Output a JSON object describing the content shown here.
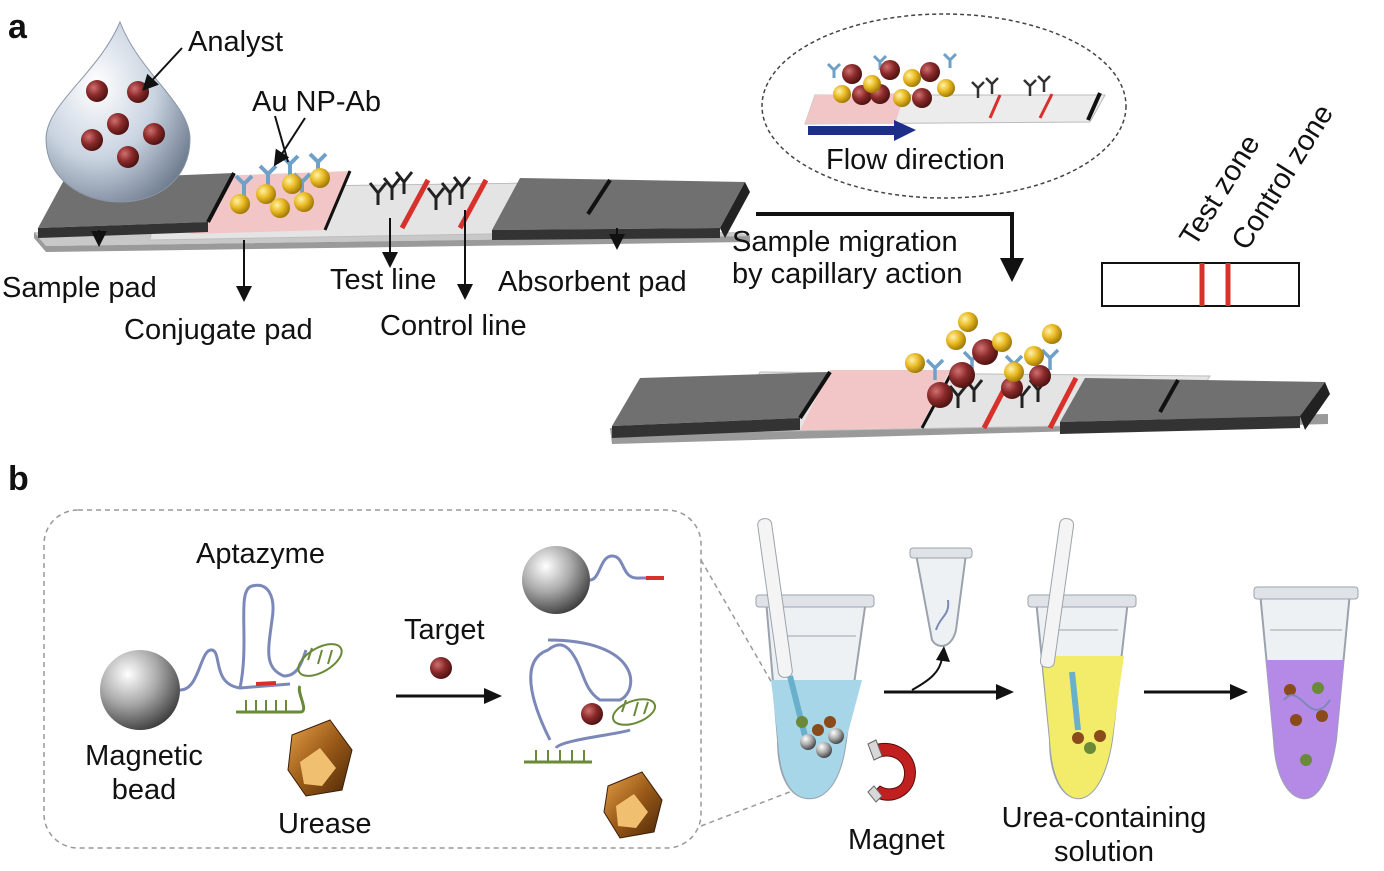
{
  "panels": {
    "a": "a",
    "b": "b"
  },
  "panel_a": {
    "analyst": "Analyst",
    "au_np_ab": "Au NP-Ab",
    "flow_direction": "Flow direction",
    "sample_migration_line1": "Sample migration",
    "sample_migration_line2": "by capillary action",
    "test_zone": "Test zone",
    "control_zone": "Control zone",
    "sample_pad": "Sample pad",
    "conjugate_pad": "Conjugate pad",
    "test_line": "Test line",
    "control_line": "Control line",
    "absorbent_pad": "Absorbent pad"
  },
  "panel_b": {
    "aptazyme": "Aptazyme",
    "magnetic_bead_line1": "Magnetic",
    "magnetic_bead_line2": "bead",
    "urease": "Urease",
    "target": "Target",
    "magnet": "Magnet",
    "urea_solution_line1": "Urea-containing",
    "urea_solution_line2": "solution"
  },
  "colors": {
    "pad_top": "#6e6e6e",
    "pad_front": "#3a3a3a",
    "conjugate_pink": "#f2c6c6",
    "strip_light": "#e6e6e6",
    "red_line": "#d8302a",
    "gold_np": "#e8b820",
    "antibody_blue": "#6fa0c8",
    "analyte": "#8a2a2a",
    "arrow_blue": "#1e2f8a",
    "tube_blue": "#a6d6e8",
    "tube_yellow": "#f2ec6a",
    "tube_purple": "#b48ae6"
  }
}
